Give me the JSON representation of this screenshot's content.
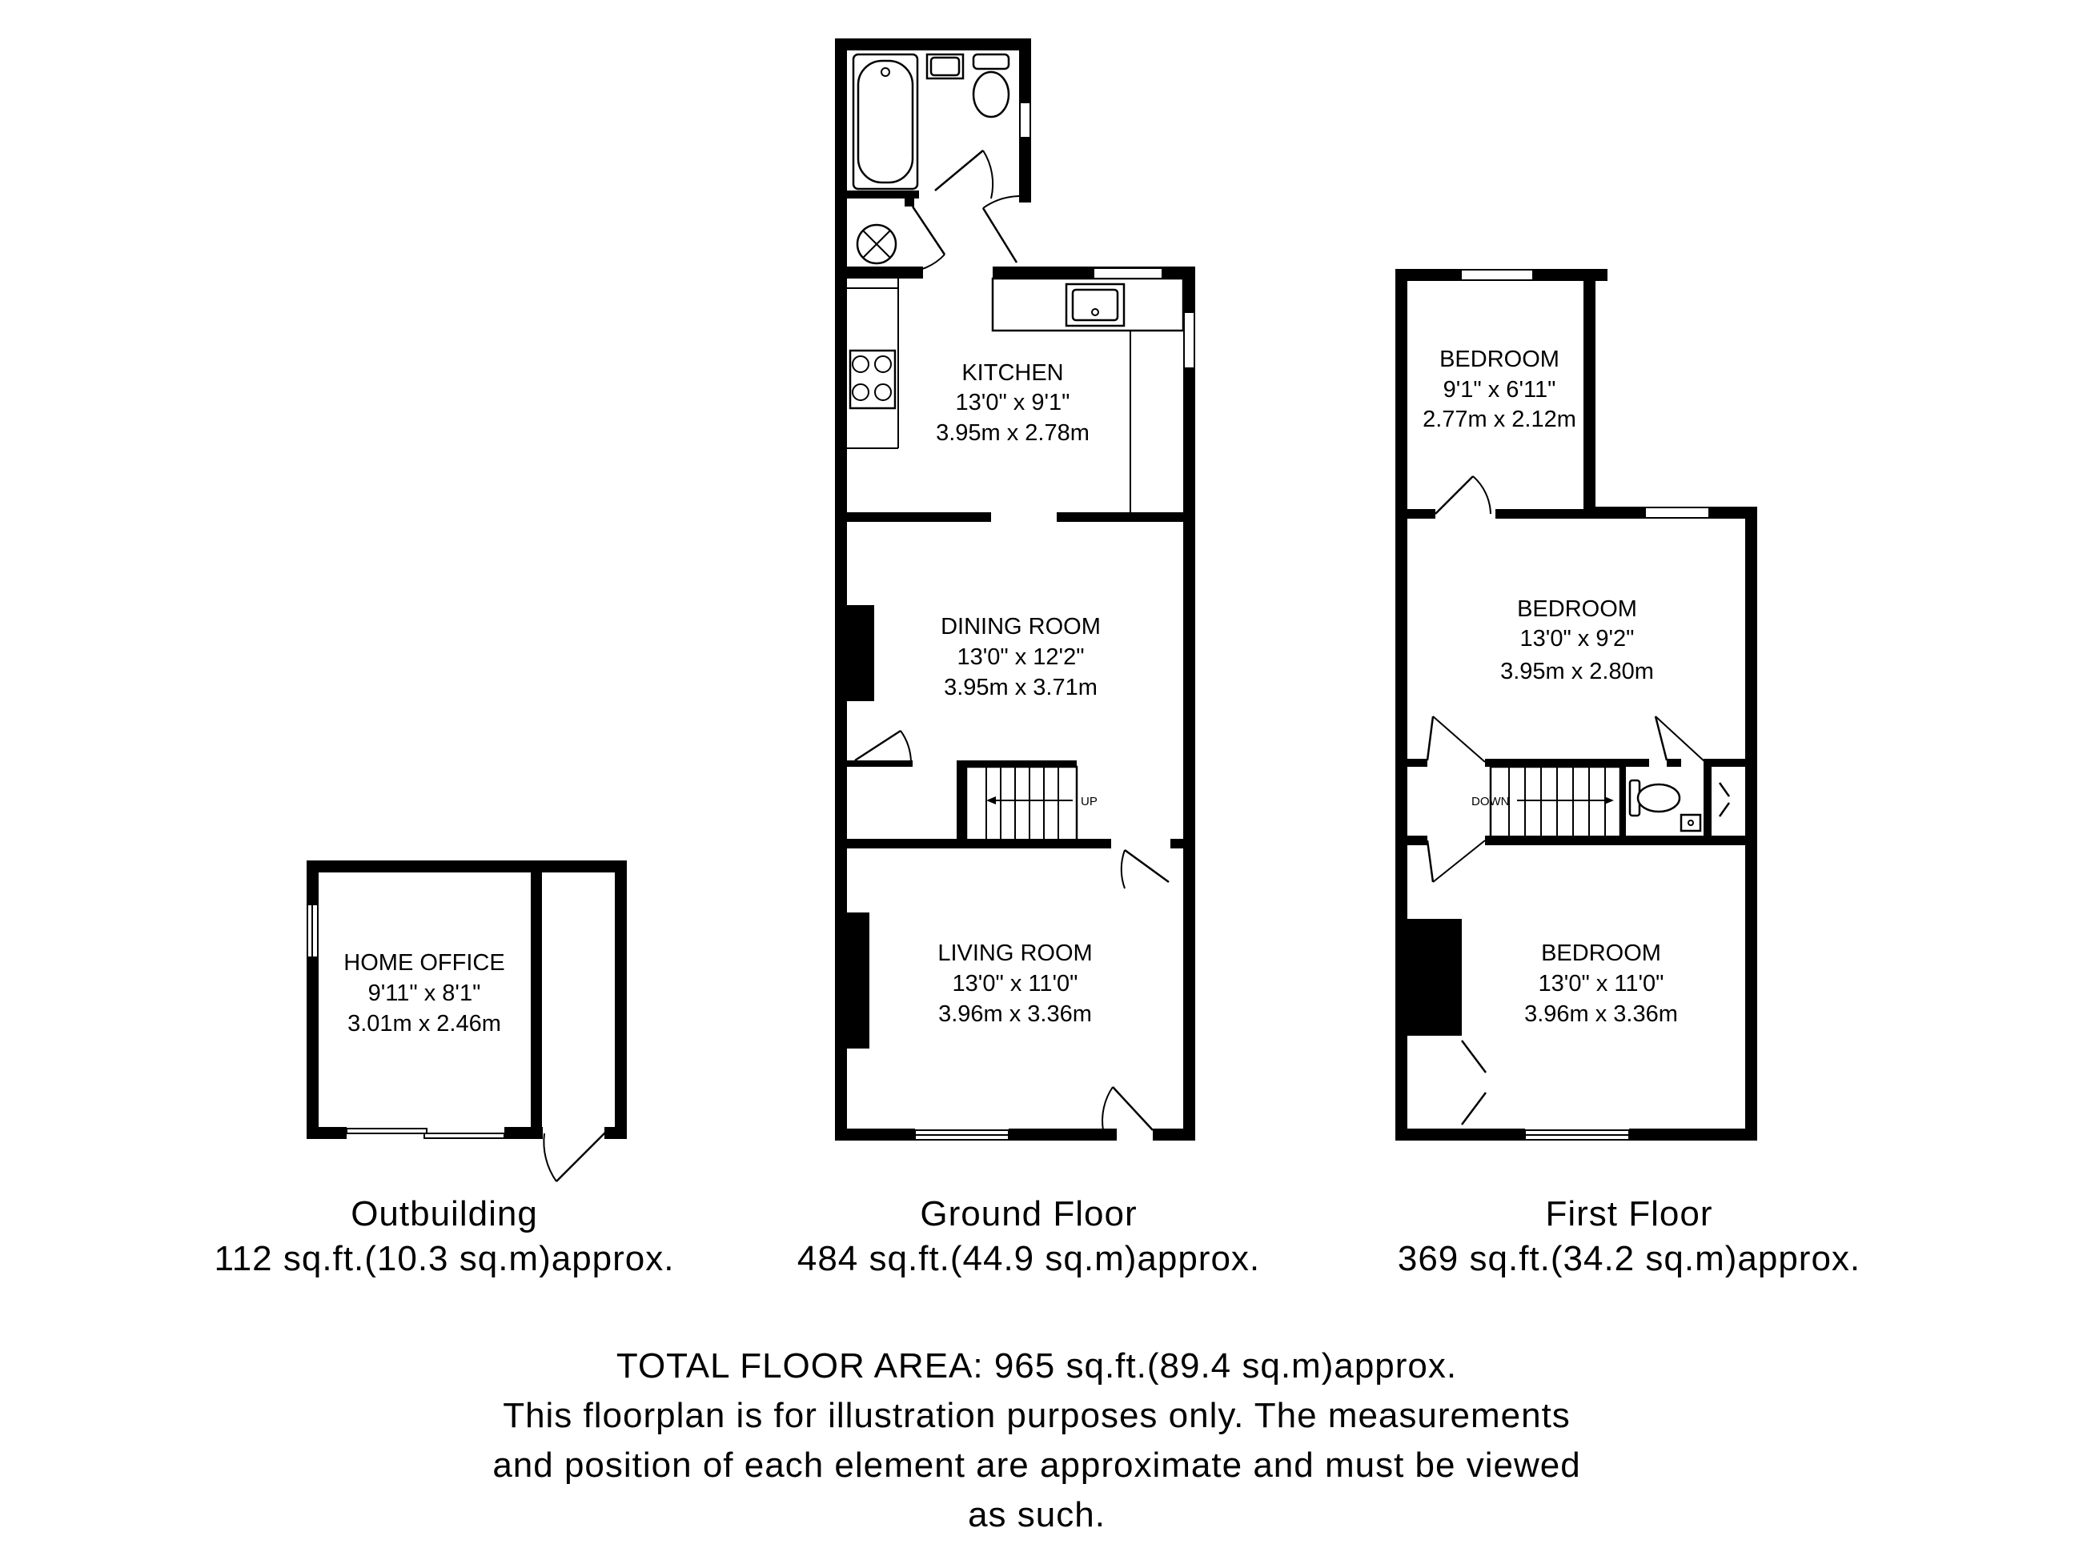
{
  "outbuilding": {
    "label": "Outbuilding",
    "area": "112 sq.ft.(10.3 sq.m)approx.",
    "rooms": [
      {
        "name": "HOME OFFICE",
        "imperial": "9'11\" x 8'1\"",
        "metric": "3.01m x 2.46m"
      }
    ]
  },
  "ground_floor": {
    "label": "Ground Floor",
    "area": "484 sq.ft.(44.9 sq.m)approx.",
    "rooms": [
      {
        "name": "KITCHEN",
        "imperial": "13'0\" x 9'1\"",
        "metric": "3.95m x 2.78m"
      },
      {
        "name": "DINING ROOM",
        "imperial": "13'0\" x 12'2\"",
        "metric": "3.95m x 3.71m"
      },
      {
        "name": "LIVING ROOM",
        "imperial": "13'0\" x 11'0\"",
        "metric": "3.96m x 3.36m"
      }
    ],
    "stair_label": "UP"
  },
  "first_floor": {
    "label": "First Floor",
    "area": "369 sq.ft.(34.2 sq.m)approx.",
    "rooms": [
      {
        "name": "BEDROOM",
        "imperial": "9'1\" x 6'11\"",
        "metric": "2.77m x 2.12m"
      },
      {
        "name": "BEDROOM",
        "imperial": "13'0\" x 9'2\"",
        "metric": "3.95m x 2.80m"
      },
      {
        "name": "BEDROOM",
        "imperial": "13'0\" x 11'0\"",
        "metric": "3.96m x 3.36m"
      }
    ],
    "stair_label": "DOWN"
  },
  "footer": {
    "total": "TOTAL FLOOR AREA: 965 sq.ft.(89.4 sq.m)approx.",
    "disclaimer_lines": [
      "This floorplan is for illustration purposes only. The measurements",
      "and position of each element are approximate and must be viewed",
      "as such."
    ]
  },
  "colors": {
    "walls": "#000000",
    "background": "#ffffff"
  }
}
